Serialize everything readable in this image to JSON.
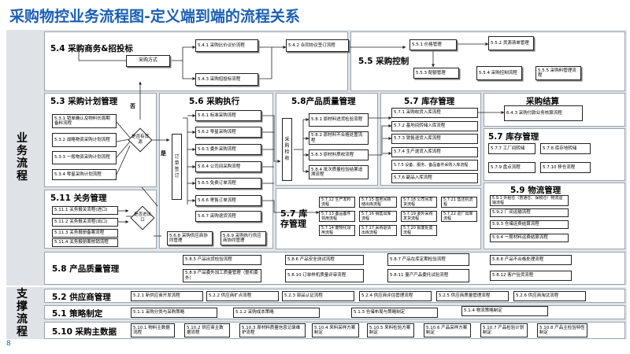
{
  "title": "采购物控业务流程图-定义端到端的流程关系",
  "page_number": "8",
  "side": {
    "business": "业务流程",
    "support": "支撑流程"
  },
  "s54": {
    "title": "5.4 采购商务&招投标",
    "method": "采购方式",
    "b541": "5.4.1 采购比价议价流程",
    "b542": "5.4.2 合同协议签订流程",
    "b543": "5.4.3 采购招投标流程"
  },
  "s55": {
    "title": "5.5 采购控制",
    "b551": "5.5.1 价格管理",
    "b552": "5.5.2 货源清单管理",
    "b553": "5.5.3 配额管理",
    "b554": "5.5.4 采购控制流程",
    "b555": "5.5.5 采购料管理流程"
  },
  "s53": {
    "title": "5.3 采购计划管理",
    "b1": "5.3.1 销单确认及物料长周期备料流程",
    "b2": "5.3.2 战略物资采购计划流程",
    "b3": "5.3.3 一般物资采购计划流程",
    "b4": "5.3.4 零星采购计划流程",
    "decision": "是否有货源",
    "yes": "是",
    "no": "否"
  },
  "s56": {
    "title": "5.6 采购执行",
    "order": "订单签订",
    "b1": "5.6.1 标准采购流程",
    "b2": "5.6.2 零星采购流程",
    "b3": "5.6.3 委外采购流程",
    "b4": "5.6.4 公司间采购流程",
    "b5": "5.6.5 免费订单流程",
    "b6": "5.6.6 寄售订单流程",
    "b7": "5.6.7 采购退货流程",
    "b8": "5.6.8 采购供应商协同管理",
    "b9": "5.6.9 采购执行供应商协同管理"
  },
  "s58a": {
    "title": "5.8产品质量管理",
    "inspect": "采购检收",
    "b1": "5.8.1 原材料进货检验流程",
    "b2": "5.8.2 原材料不合格处置流程",
    "b3": "5.8.3 原材料质收流程",
    "b4": "5.8.4 批次质量检验结果追溯流程"
  },
  "s57a": {
    "title": "5.7 库存管理",
    "b1": "5.7.1 采购收货入库流程",
    "b2": "5.7.2 基地间转储入库流程",
    "b3": "5.7.3 销售退货入库流程",
    "b4": "5.7.4 生产退货入库流程",
    "b5": "5.7.5 设备、服务、备品备件采购入库流程",
    "b6": "5.7.6 副品入库流程"
  },
  "settle": {
    "title": "采购结算",
    "b1": "6.4.3 采购付款业务核算流程"
  },
  "s57b": {
    "title": "5.7 库存管理",
    "b7": "5.7.7 工厂间转储",
    "b8": "5.7.8 库存地转储",
    "b9": "5.7.9 盘点流程",
    "b10": "5.7.10 移仓流程"
  },
  "s59": {
    "title": "5.9 物流管理",
    "b1": "5.9.1 外租仓（普通仓、保税仓）物流运输流程",
    "b2": "5.9.2 厂间运输流程",
    "b3": "5.9.3 仓储运费结算流程",
    "b4": "5.9.4 一般材料运费结算流程"
  },
  "s511": {
    "title": "5.11 关务管理",
    "b1": "5.11.1 关务报关流程(进口)",
    "b2": "5.11.2 关务报关流程(出口)",
    "b3": "5.11.3 关务报册备案流程",
    "b4": "5.11.4 关务报册案核销流程",
    "decision": "是否进出口"
  },
  "s57c": {
    "title": "5.7 库存管理",
    "cells": [
      "5.7.12 生产发料流程",
      "5.7.15 基地间转储出库流程",
      "5.7.18 公司间发货流程",
      "5.7.21 售还机流程",
      "5.7.13 备品备件领用流程",
      "5.7.16 销售出库流程",
      "5.7.19 委外采购发货流程",
      "5.7.22 返厂出库流程",
      "5.7.14 废物化领用流程",
      "5.7.17 采购退货出库流程",
      "5.7.20 报废处置流程"
    ]
  },
  "s58b": {
    "title": "5.8 产品质量管理",
    "b5": "5.8.5 产品出货检验流程",
    "b6": "5.8.6 产品安全测试流程",
    "b7": "5.8.7 产品在库定期检验流程",
    "b8": "5.8.8 产品不合格处理流程",
    "b9": "5.8.9 产品委外加工质量管理（整机委外）",
    "b10": "5.8.10 订单样机质量评审流程",
    "b11": "5.8.11 量产产品委托试验流程",
    "b12": "5.8.12 客户验货流程"
  },
  "s52": {
    "title": "5.2 供应商管理",
    "items": [
      "5.2.1 新供应商开发流程",
      "5.2.2 供应商扩点流程",
      "5.2.3 部品认证流程",
      "5.2.4 供应商评估管理流程",
      "5.2.5 供应商质量管理流程",
      "5.2.6 供应商淘汰流程"
    ]
  },
  "s51": {
    "title": "5.1 策略制定",
    "items": [
      "5.1.1 采购分类与采购策略",
      "5.1.2 采购成本策略",
      "5.1.3 仓储布局与策略制定",
      "5.1.4 物流策略制定"
    ]
  },
  "s510": {
    "title": "5.10 采购主数据",
    "items": [
      "5.10.1 物料主数据流程",
      "5.10.2 供应商主数据流程",
      "5.10.3 原材料质量信息记录维护流程",
      "5.10.4 来料采样方案制定",
      "5.10.5 来料检验方案制定",
      "5.10.6 产品采样方案制定",
      "5.10.7 产品检验计划制定",
      "5.10.8 产品主检验特性制定"
    ]
  },
  "colors": {
    "title": "#1a5fb4",
    "band": "#dfe3e8",
    "line": "#222222"
  }
}
